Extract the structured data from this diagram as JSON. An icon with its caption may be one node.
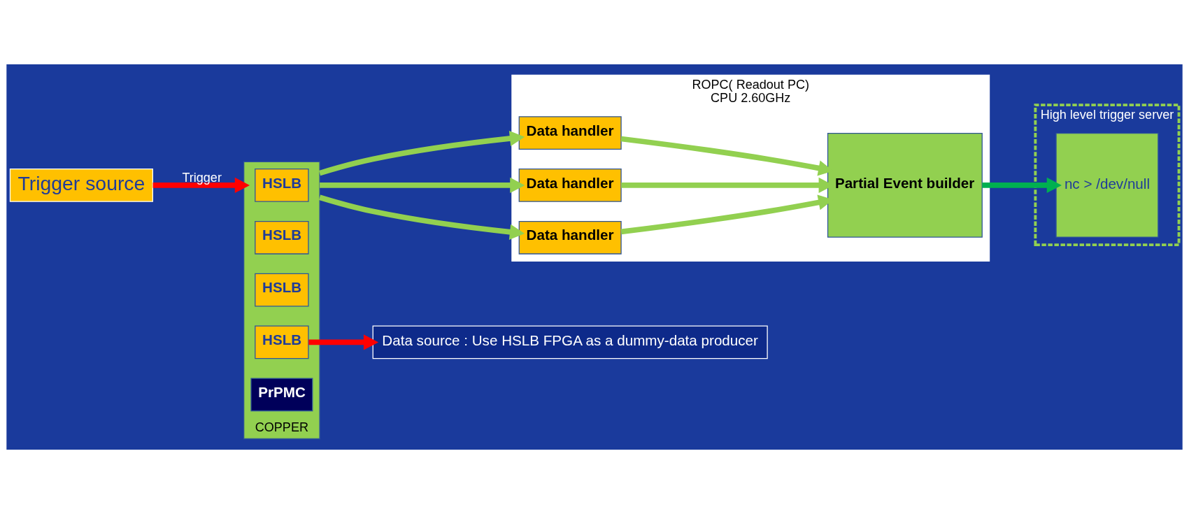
{
  "diagram": {
    "nodes": [
      {
        "text": [
          "Trigger source"
        ]
      },
      {
        "text": [
          "COPPER"
        ]
      },
      {
        "text": [
          "HSLB"
        ],
        "in": 1
      },
      {
        "text": [
          "HSLB"
        ],
        "in": 1
      },
      {
        "text": [
          "HSLB"
        ],
        "in": 1
      },
      {
        "text": [
          "HSLB"
        ],
        "in": 1
      },
      {
        "text": [
          "PrPMC"
        ],
        "in": 1
      },
      {
        "text": [
          "Data source : Use HSLB FPGA as a dummy-data producer"
        ]
      },
      {
        "text": [
          "ROPC( Readout PC)",
          "CPU 2.60GHz"
        ]
      },
      {
        "text": [
          "Data handler"
        ],
        "in": 8
      },
      {
        "text": [
          "Data handler"
        ],
        "in": 8
      },
      {
        "text": [
          "Data handler"
        ],
        "in": 8
      },
      {
        "text": [
          "Partial Event builder"
        ],
        "in": 8
      },
      {
        "text": [
          "High level trigger server"
        ]
      },
      {
        "text": [
          "nc > /dev/null"
        ],
        "in": 13
      }
    ],
    "edges": [
      {
        "from": 0,
        "to": 1,
        "arrow": "to",
        "label": "Trigger",
        "color": "#ff0000"
      },
      {
        "from": 5,
        "to": 7,
        "arrow": "to",
        "color": "#ff0000"
      },
      {
        "from": 1,
        "to": 9,
        "arrow": "to"
      },
      {
        "from": 1,
        "to": 10,
        "arrow": "to"
      },
      {
        "from": 1,
        "to": 11,
        "arrow": "to"
      },
      {
        "from": 9,
        "to": 12,
        "arrow": "to"
      },
      {
        "from": 10,
        "to": 12,
        "arrow": "to"
      },
      {
        "from": 11,
        "to": 12,
        "arrow": "to"
      },
      {
        "from": 12,
        "to": 14,
        "arrow": "to",
        "color": "#00b050"
      }
    ]
  }
}
